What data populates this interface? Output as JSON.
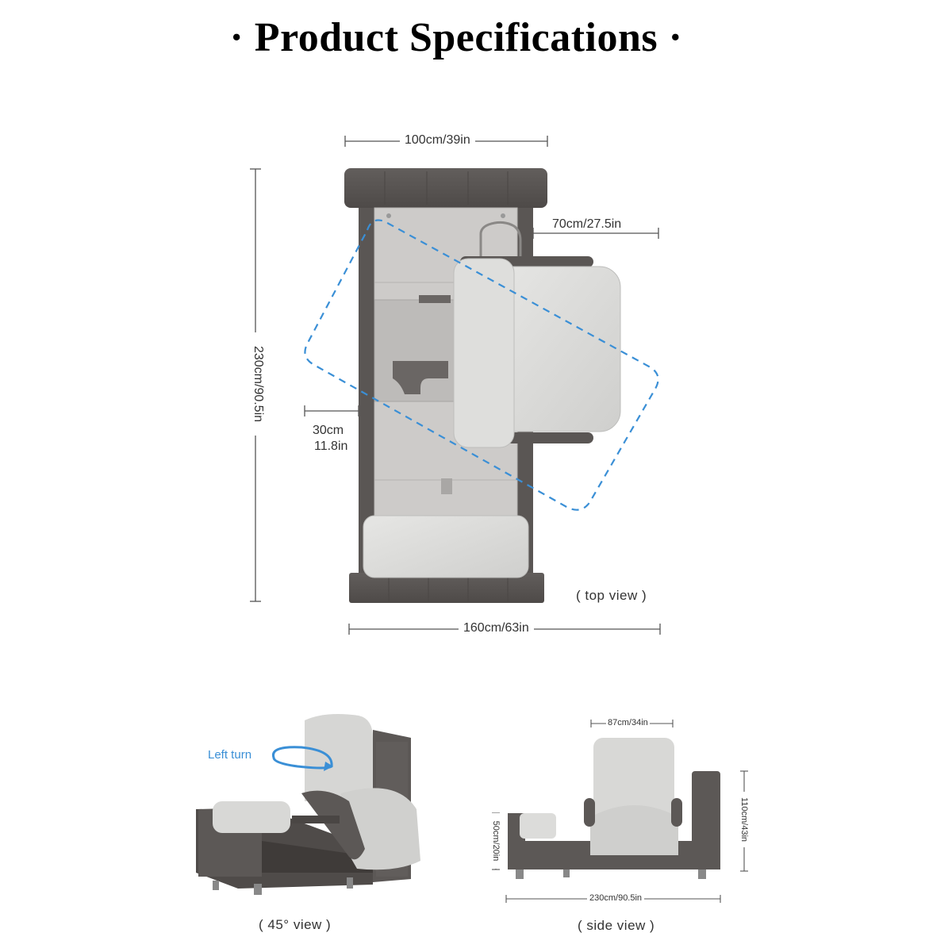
{
  "header": {
    "title": "· Product Specifications ·"
  },
  "top_view": {
    "width_top": "100cm/39in",
    "armrest_width": "70cm/27.5in",
    "length": "230cm/90.5in",
    "gap_line1": "30cm",
    "gap_line2": "11.8in",
    "width_total": "160cm/63in",
    "caption": "( top view )"
  },
  "angle_view": {
    "turn_label": "Left turn",
    "caption": "( 45° view )"
  },
  "side_view": {
    "seat_width": "87cm/34in",
    "back_height": "110cm/43in",
    "seat_height": "50cm/20in",
    "length": "230cm/90.5in",
    "caption": "( side view )"
  },
  "colors": {
    "frame_dark": "#595553",
    "fabric_light": "#d9d9d7",
    "inner_panel": "#cfcdcb",
    "dashed_path": "#3a8fd6"
  }
}
